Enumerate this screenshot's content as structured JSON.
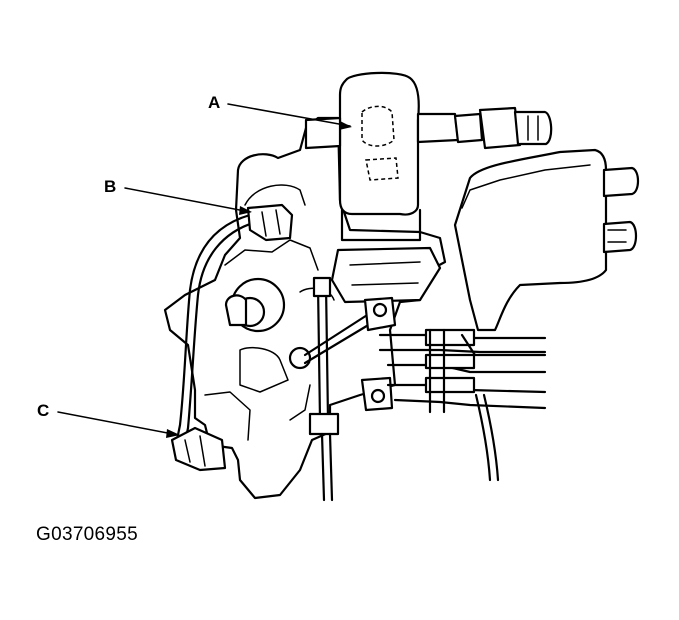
{
  "callouts": {
    "a": "A",
    "b": "B",
    "c": "C"
  },
  "figure_code": "G03706955"
}
